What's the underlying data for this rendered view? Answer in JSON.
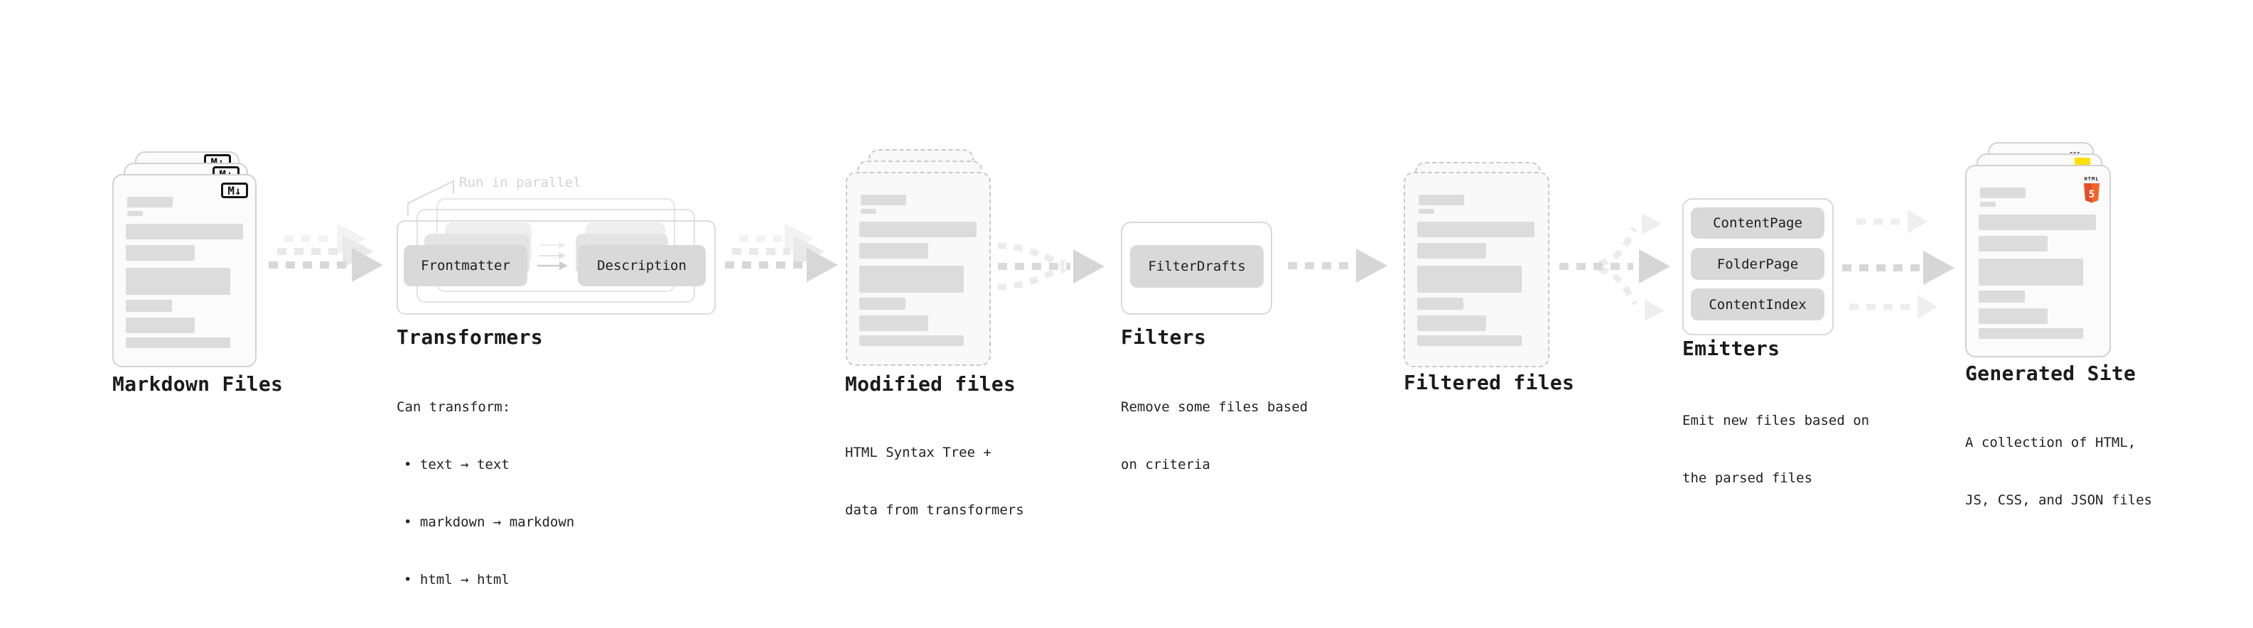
{
  "stages": [
    {
      "id": "markdown-files",
      "title": "Markdown Files",
      "desc_lines": []
    },
    {
      "id": "transformers",
      "title": "Transformers",
      "annotation": "Run in parallel",
      "nodes": [
        "Frontmatter",
        "Description"
      ],
      "desc_lines": [
        "Can transform:",
        "• text → text",
        "• markdown → markdown",
        "• html → html"
      ]
    },
    {
      "id": "modified-files",
      "title": "Modified files",
      "desc_lines": [
        "HTML Syntax Tree +",
        "data from transformers"
      ]
    },
    {
      "id": "filters",
      "title": "Filters",
      "nodes": [
        "FilterDrafts"
      ],
      "desc_lines": [
        "Remove some files based",
        "on criteria"
      ]
    },
    {
      "id": "filtered-files",
      "title": "Filtered files",
      "desc_lines": []
    },
    {
      "id": "emitters",
      "title": "Emitters",
      "nodes": [
        "ContentPage",
        "FolderPage",
        "ContentIndex"
      ],
      "desc_lines": [
        "Emit new files based on",
        "the parsed files"
      ]
    },
    {
      "id": "generated-site",
      "title": "Generated Site",
      "desc_lines": [
        "A collection of HTML,",
        "JS, CSS, and JSON files"
      ]
    }
  ],
  "badges": {
    "markdown": "M↓",
    "html_label": "HTML",
    "html5_number": "5",
    "css_label": "CSS"
  },
  "colors": {
    "html5_orange": "#e44d26",
    "html5_orange_light": "#f16529",
    "js_yellow": "#ffdf00",
    "css_blue": "#2962ff",
    "arrow_gray": "#d7d7d7",
    "pill_gray": "#d9d9d9"
  }
}
